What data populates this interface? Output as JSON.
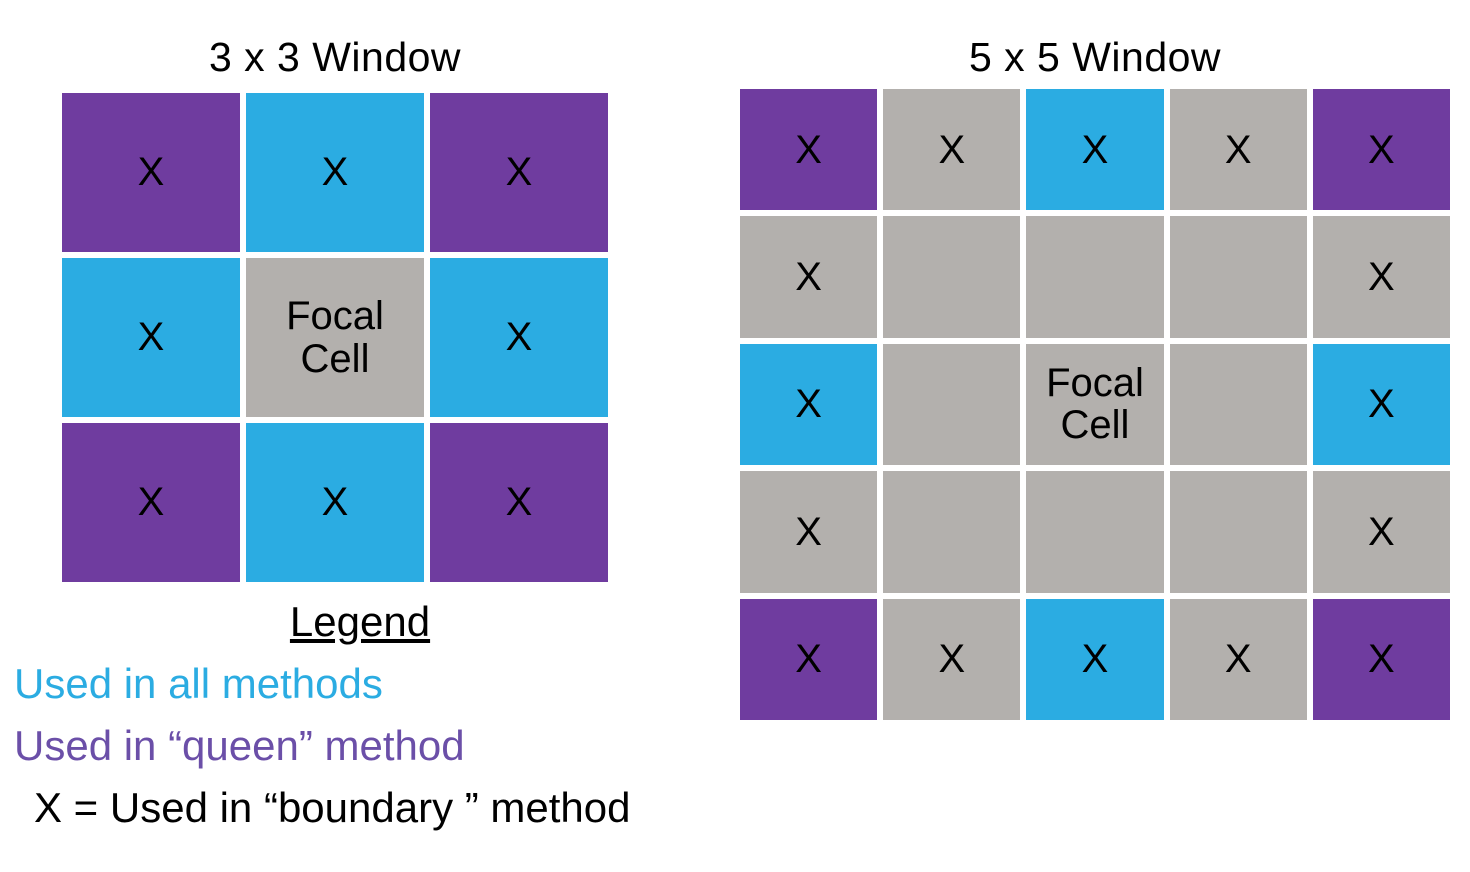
{
  "panels": [
    {
      "id": "window-3x3",
      "title": "3 x 3 Window",
      "rows": 3,
      "cols": 3,
      "cells": [
        {
          "color": "purple",
          "text": "X",
          "kind": "mark"
        },
        {
          "color": "blue",
          "text": "X",
          "kind": "mark"
        },
        {
          "color": "purple",
          "text": "X",
          "kind": "mark"
        },
        {
          "color": "blue",
          "text": "X",
          "kind": "mark"
        },
        {
          "color": "gray",
          "text": "Focal Cell",
          "kind": "focal"
        },
        {
          "color": "blue",
          "text": "X",
          "kind": "mark"
        },
        {
          "color": "purple",
          "text": "X",
          "kind": "mark"
        },
        {
          "color": "blue",
          "text": "X",
          "kind": "mark"
        },
        {
          "color": "purple",
          "text": "X",
          "kind": "mark"
        }
      ]
    },
    {
      "id": "window-5x5",
      "title": "5 x 5 Window",
      "rows": 5,
      "cols": 5,
      "cells": [
        {
          "color": "purple",
          "text": "X",
          "kind": "mark"
        },
        {
          "color": "gray",
          "text": "X",
          "kind": "mark"
        },
        {
          "color": "blue",
          "text": "X",
          "kind": "mark"
        },
        {
          "color": "gray",
          "text": "X",
          "kind": "mark"
        },
        {
          "color": "purple",
          "text": "X",
          "kind": "mark"
        },
        {
          "color": "gray",
          "text": "X",
          "kind": "mark"
        },
        {
          "color": "gray",
          "text": "",
          "kind": "empty"
        },
        {
          "color": "gray",
          "text": "",
          "kind": "empty"
        },
        {
          "color": "gray",
          "text": "",
          "kind": "empty"
        },
        {
          "color": "gray",
          "text": "X",
          "kind": "mark"
        },
        {
          "color": "blue",
          "text": "X",
          "kind": "mark"
        },
        {
          "color": "gray",
          "text": "",
          "kind": "empty"
        },
        {
          "color": "gray",
          "text": "Focal Cell",
          "kind": "focal"
        },
        {
          "color": "gray",
          "text": "",
          "kind": "empty"
        },
        {
          "color": "blue",
          "text": "X",
          "kind": "mark"
        },
        {
          "color": "gray",
          "text": "X",
          "kind": "mark"
        },
        {
          "color": "gray",
          "text": "",
          "kind": "empty"
        },
        {
          "color": "gray",
          "text": "",
          "kind": "empty"
        },
        {
          "color": "gray",
          "text": "",
          "kind": "empty"
        },
        {
          "color": "gray",
          "text": "X",
          "kind": "mark"
        },
        {
          "color": "purple",
          "text": "X",
          "kind": "mark"
        },
        {
          "color": "gray",
          "text": "X",
          "kind": "mark"
        },
        {
          "color": "blue",
          "text": "X",
          "kind": "mark"
        },
        {
          "color": "gray",
          "text": "X",
          "kind": "mark"
        },
        {
          "color": "purple",
          "text": "X",
          "kind": "mark"
        }
      ]
    }
  ],
  "legend": {
    "heading": "Legend",
    "entries": [
      {
        "label": "Used in all methods",
        "swatch": "blue"
      },
      {
        "label": "Used in “queen” method",
        "swatch": "purple"
      },
      {
        "label": "X = Used in “boundary ” method",
        "swatch": "black"
      }
    ]
  },
  "colors": {
    "purple": "#6F3C9F",
    "blue": "#2BACE2",
    "gray": "#B3B0AD",
    "legend_purple": "#6B4FA8",
    "black": "#000000",
    "background": "#FFFFFF"
  }
}
